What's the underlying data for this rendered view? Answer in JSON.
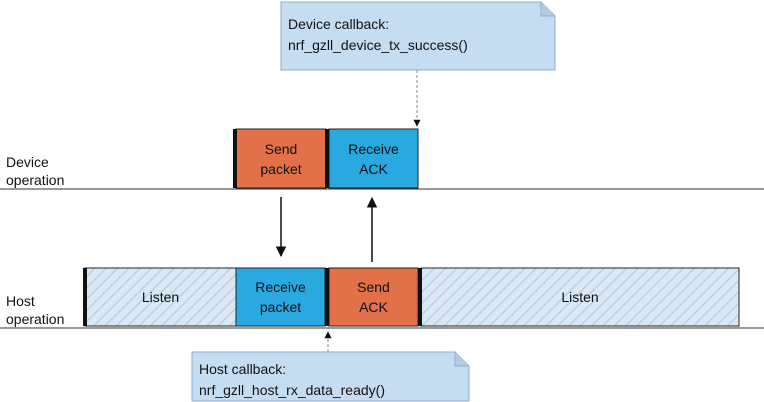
{
  "device_label": {
    "line1": "Device",
    "line2": "operation"
  },
  "host_label": {
    "line1": "Host",
    "line2": "operation"
  },
  "device_callback": {
    "title": "Device callback:",
    "function": "nrf_gzll_device_tx_success()"
  },
  "host_callback": {
    "title": "Host callback:",
    "function": "nrf_gzll_host_rx_data_ready()"
  },
  "device_blocks": {
    "send_packet": {
      "line1": "Send",
      "line2": "packet"
    },
    "receive_ack": {
      "line1": "Receive",
      "line2": "ACK"
    }
  },
  "host_blocks": {
    "listen_1": "Listen",
    "receive_packet": {
      "line1": "Receive",
      "line2": "packet"
    },
    "send_ack": {
      "line1": "Send",
      "line2": "ACK"
    },
    "listen_2": "Listen"
  },
  "colors": {
    "send": "#e2714a",
    "receive": "#29a9e0",
    "listen_fill": "#dbe8f4",
    "listen_hatch": "#b9d0e8",
    "callout_fill": "#c6dcf1",
    "callout_stroke": "#8eaecd",
    "line": "#333333"
  }
}
